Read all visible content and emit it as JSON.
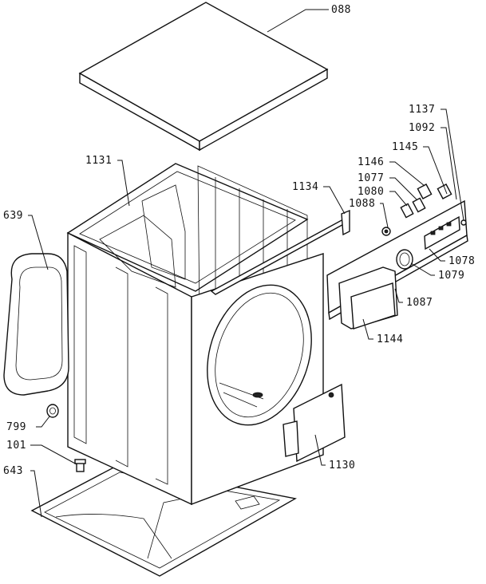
{
  "diagram": {
    "labels": {
      "p088": "088",
      "p1137": "1137",
      "p1092": "1092",
      "p1145": "1145",
      "p1146": "1146",
      "p1077": "1077",
      "p1080": "1080",
      "p1088": "1088",
      "p1131": "1131",
      "p1134": "1134",
      "p639": "639",
      "p1078": "1078",
      "p1079": "1079",
      "p1087": "1087",
      "p1144": "1144",
      "p799": "799",
      "p101": "101",
      "p643": "643",
      "p1130": "1130"
    }
  }
}
